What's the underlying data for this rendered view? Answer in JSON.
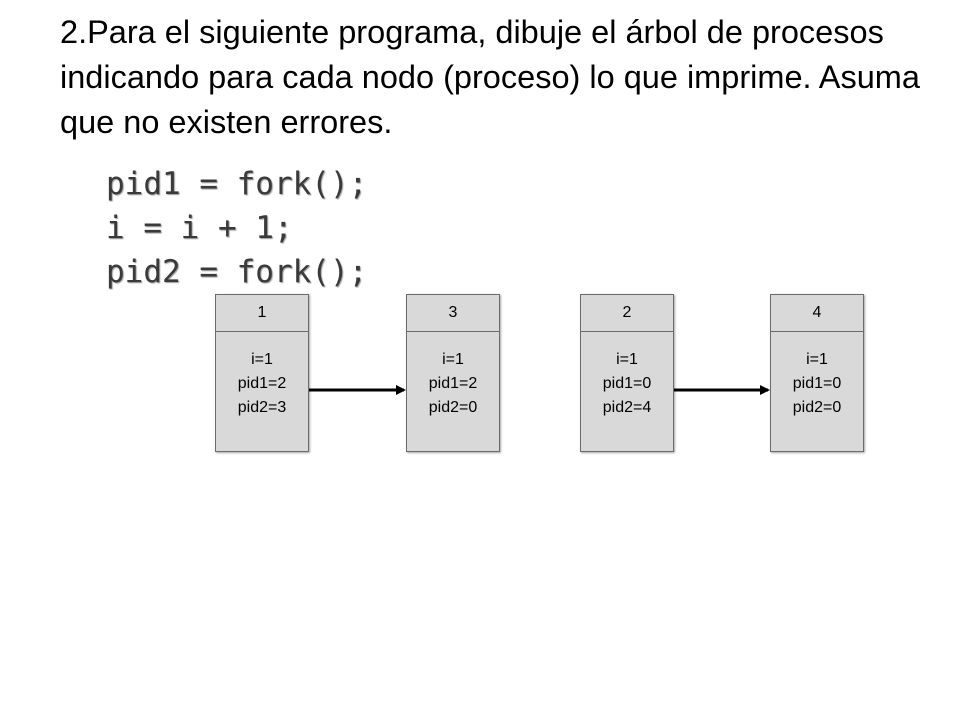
{
  "slide": {
    "title": "2.Para el siguiente programa, dibuje el árbol de procesos indicando para cada nodo (proceso) lo que imprime. Asuma que no existen errores.",
    "code_lines": [
      "pid1 = fork();",
      "i = i + 1;",
      "pid2 = fork();"
    ]
  },
  "nodes": [
    {
      "id": "1",
      "lines": [
        "i=1",
        "pid1=2",
        "pid2=3"
      ]
    },
    {
      "id": "3",
      "lines": [
        "i=1",
        "pid1=2",
        "pid2=0"
      ]
    },
    {
      "id": "2",
      "lines": [
        "i=1",
        "pid1=0",
        "pid2=4"
      ]
    },
    {
      "id": "4",
      "lines": [
        "i=1",
        "pid1=0",
        "pid2=0"
      ]
    }
  ],
  "edges": [
    {
      "from": "1",
      "to": "3"
    },
    {
      "from": "2",
      "to": "4"
    }
  ]
}
